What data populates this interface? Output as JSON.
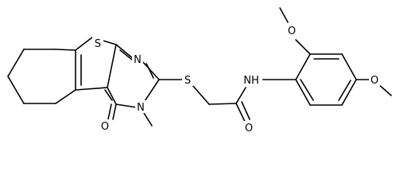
{
  "molecule": {
    "atoms": {
      "s_thiophene": "S",
      "n_ring_top": "N",
      "n_ring_methyl": "N",
      "o_carbonyl_ring": "O",
      "s_thioether": "S",
      "nh_amide": "NH",
      "o_amide": "O",
      "o_methoxy_top": "O",
      "o_methoxy_right": "O"
    }
  }
}
